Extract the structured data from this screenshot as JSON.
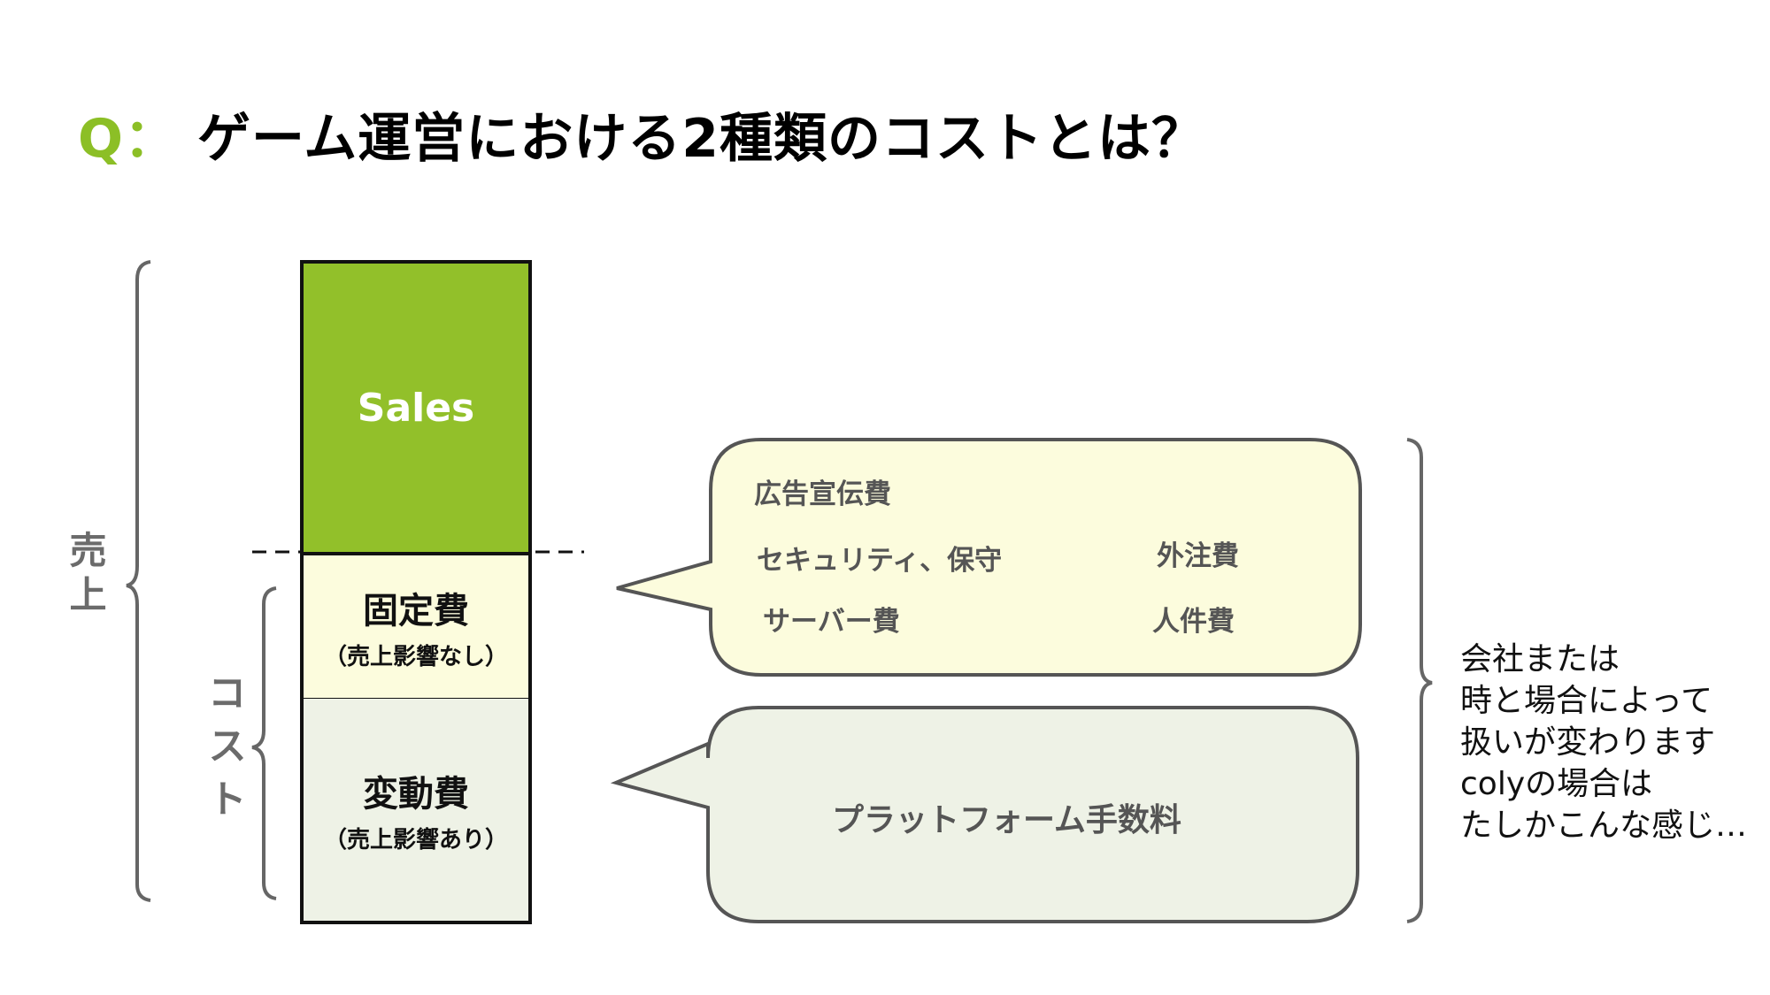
{
  "title": {
    "prefix": "Q：",
    "text": "ゲーム運営における2種類のコストとは？"
  },
  "side_labels": {
    "revenue": "売上",
    "cost": "コスト"
  },
  "stack": {
    "sales": "Sales",
    "fixed_cost": {
      "label": "固定費",
      "note": "（売上影響なし）"
    },
    "variable_cost": {
      "label": "変動費",
      "note": "（売上影響あり）"
    }
  },
  "fixed_cost_bubble": {
    "items": {
      "advertising": "広告宣伝費",
      "security": "セキュリティ、保守",
      "outsourcing": "外注費",
      "server": "サーバー費",
      "personnel": "人件費"
    }
  },
  "variable_cost_bubble": {
    "items": {
      "platform": "プラットフォーム手数料"
    }
  },
  "note": {
    "lines": [
      "会社または",
      "時と場合によって",
      "扱いが変わります",
      "colyの場合は",
      "たしかこんな感じ…"
    ]
  },
  "colors": {
    "title_accent": "#8cbf26",
    "sales_fill": "#92c02a",
    "fixed_fill": "#fcfcdd",
    "variable_fill": "#eef2e6",
    "outline": "#555555"
  },
  "icons": {
    "revenue_brace": "left-curly-brace",
    "cost_brace": "left-curly-brace",
    "note_brace": "right-curly-brace"
  }
}
